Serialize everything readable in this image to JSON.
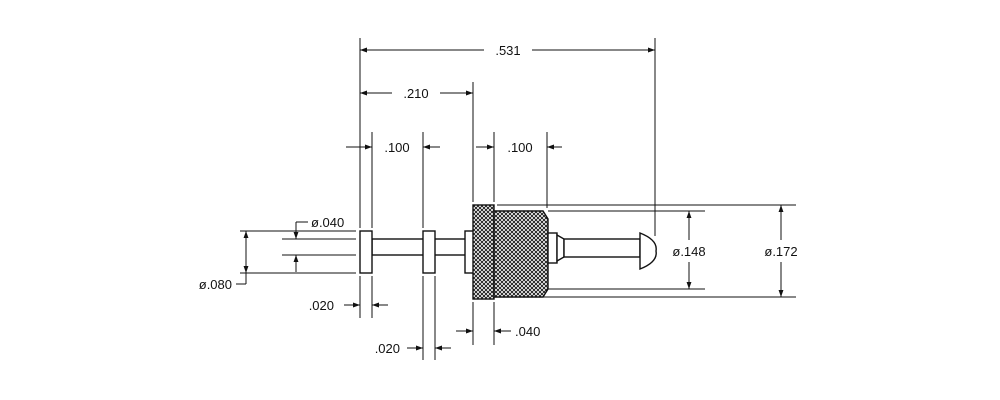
{
  "dimensions": {
    "overall_length": ".531",
    "body_length": ".210",
    "spacing_left": ".100",
    "spacing_right": ".100",
    "pin_dia": "ø.040",
    "flange_dia": "ø.080",
    "flange_thickness_1": ".020",
    "flange_thickness_2": ".020",
    "shoulder": ".040",
    "head_dia": "ø.148",
    "knurl_dia": "ø.172"
  }
}
